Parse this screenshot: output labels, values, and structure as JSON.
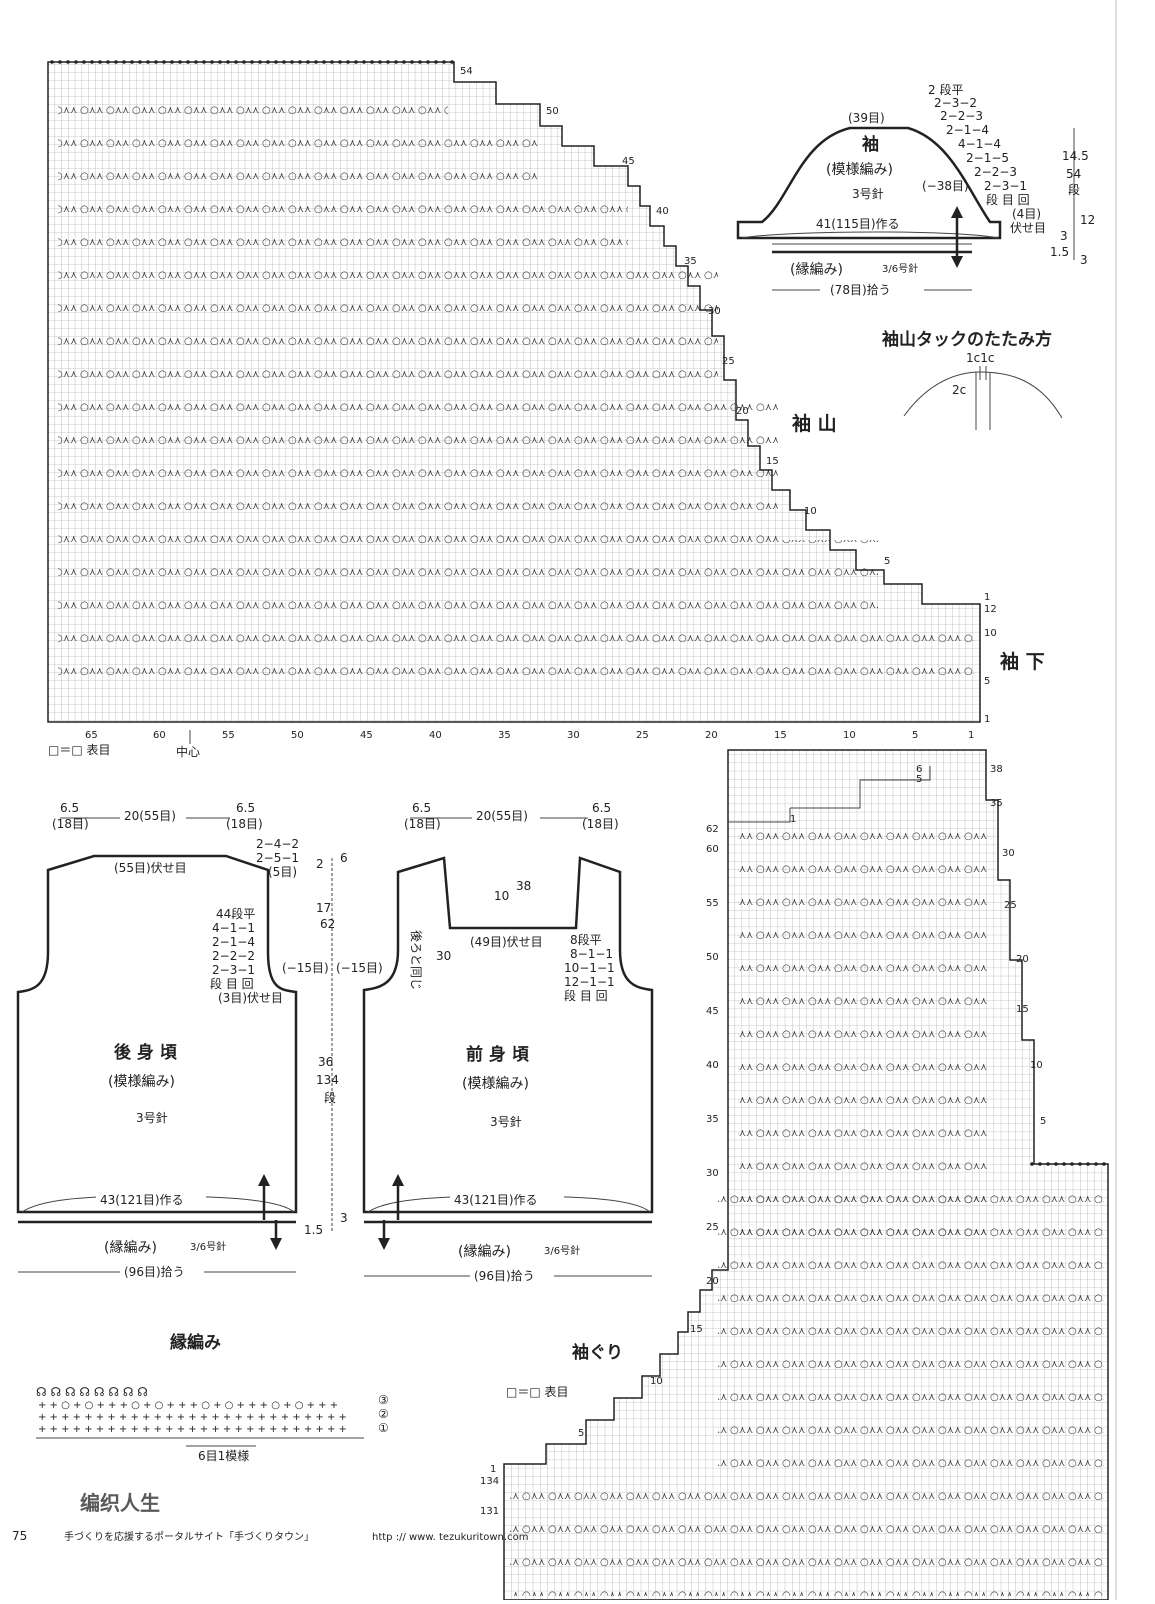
{
  "page": {
    "number": "75",
    "footer_text": "手づくりを応援するポータルサイト「手づくりタウン」",
    "footer_url": "http :// www. tezukuritown.com",
    "logo_text": "编织人生"
  },
  "legend": {
    "box": "□＝□ 表目"
  },
  "sleeve_chart": {
    "label_cap": "袖 山",
    "label_under": "袖 下",
    "center_label": "中心",
    "stitch_labels": [
      "65",
      "60",
      "55",
      "50",
      "45",
      "40",
      "35",
      "30",
      "25",
      "20",
      "15",
      "10",
      "5",
      "1"
    ],
    "row_labels": [
      "54",
      "50",
      "45",
      "40",
      "35",
      "30",
      "25",
      "20",
      "15",
      "10",
      "5",
      "1",
      "12",
      "10",
      "5",
      "1"
    ]
  },
  "sleeve_schematic": {
    "title": "袖",
    "pattern": "(模様編み)",
    "needle": "3号針",
    "top_count": "(39目)",
    "side_count": "(−38目)",
    "cast_on": "41(115目)作る",
    "border": "(縁編み)",
    "border_needle": "3/6号針",
    "pickup": "(78目)拾う",
    "decrease_table": [
      "2 段平",
      "2−3−2",
      "2−2−3",
      "2−1−4",
      "4−1−4",
      "2−1−5",
      "2−2−3",
      "2−3−1",
      "段 目 回",
      "(4目)",
      "伏せ目"
    ],
    "height_cap": "14.5",
    "rows_cap": "54",
    "unit_dan": "段",
    "height_under": "3",
    "rows_under": "12",
    "height_border": "1.5",
    "rows_border": "3"
  },
  "tuck_diagram": {
    "title": "袖山タックのたたみ方",
    "label_top": "1c1c",
    "label_side": "2c"
  },
  "back_schematic": {
    "title": "後 身 頃",
    "pattern": "(模様編み)",
    "needle": "3号針",
    "shoulder_l": "6.5",
    "shoulder_l_count": "(18目)",
    "neck_width": "20(55目)",
    "shoulder_r": "6.5",
    "shoulder_r_count": "(18目)",
    "neck_bind": "(55目)伏せ目",
    "shoulder_table": [
      "2−4−2",
      "2−5−1",
      "(5目)"
    ],
    "armhole_table": [
      "44段平",
      "4−1−1",
      "2−1−4",
      "2−2−2",
      "2−3−1",
      "段 目 回",
      "(3目)伏せ目"
    ],
    "side_dec": "(−15目)",
    "cast_on": "43(121目)作る",
    "border": "(縁編み)",
    "border_needle": "3/6号針",
    "pickup": "(96目)拾う"
  },
  "front_schematic": {
    "title": "前 身 頃",
    "pattern": "(模様編み)",
    "needle": "3号針",
    "shoulder_l": "6.5",
    "shoulder_l_count": "(18目)",
    "neck_width": "20(55目)",
    "shoulder_r": "6.5",
    "shoulder_r_count": "(18目)",
    "neck_depth": "10",
    "neck_rows": "38",
    "neck_bind": "(49目)伏せ目",
    "same_as_back": "後ろと同じ",
    "rows_30": "30",
    "neck_table": [
      "8段平",
      "8−1−1",
      "10−1−1",
      "12−1−1",
      "段 目 回"
    ],
    "side_dec": "(−15目)",
    "cast_on": "43(121目)作る",
    "border": "(縁編み)",
    "border_needle": "3/6号針",
    "pickup": "(96目)拾う"
  },
  "body_heights": {
    "shoulder_h": "2",
    "shoulder_rows": "6",
    "armhole_h": "17",
    "armhole_rows": "62",
    "body_h": "36",
    "body_rows": "134",
    "unit": "段",
    "border_h": "1.5",
    "border_rows": "3"
  },
  "border_chart": {
    "title": "縁編み",
    "repeat": "6目1模様",
    "rows": [
      "③",
      "②",
      "①"
    ]
  },
  "armhole_chart": {
    "label": "袖ぐり",
    "legend": "□＝□ 表目",
    "row_labels_left": [
      "62",
      "60",
      "55",
      "50",
      "45",
      "40",
      "35",
      "30",
      "25",
      "20",
      "15",
      "10",
      "5",
      "1",
      "134",
      "131"
    ],
    "row_labels_right": [
      "38",
      "35",
      "30",
      "25",
      "20",
      "15",
      "10",
      "5"
    ],
    "corner_marks": [
      "6",
      "5",
      "1"
    ]
  }
}
